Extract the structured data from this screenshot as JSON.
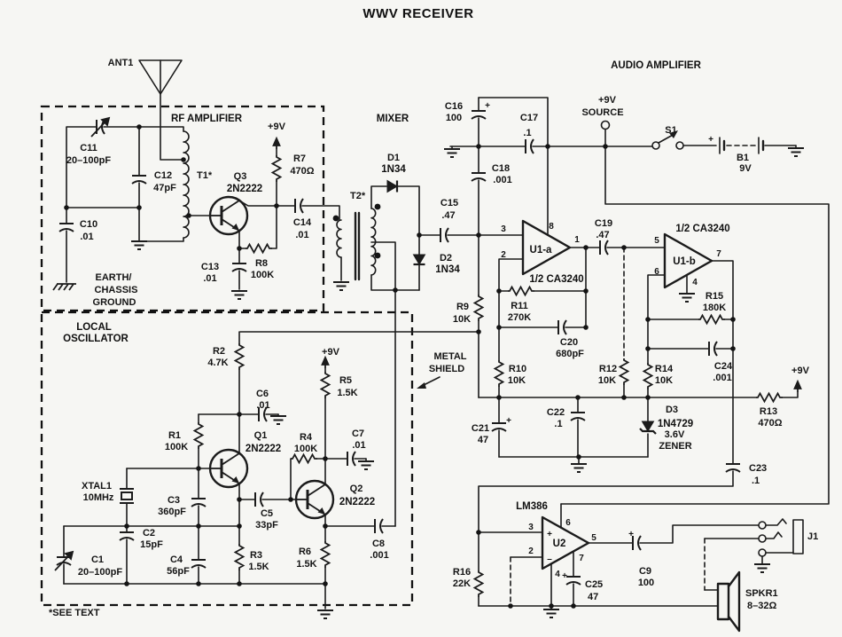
{
  "labels": {
    "title": "WWV RECEIVER",
    "rf_amplifier": "RF AMPLIFIER",
    "mixer": "MIXER",
    "audio_amplifier": "AUDIO AMPLIFIER",
    "local_1": "LOCAL",
    "local_2": "OSCILLATOR",
    "metal_1": "METAL",
    "metal_2": "SHIELD",
    "see_text": "*SEE TEXT",
    "earth_1": "EARTH/",
    "earth_2": "CHASSIS",
    "earth_3": "GROUND",
    "plus9v": "+9V",
    "source": "SOURCE",
    "plus": "+",
    "minus": "–"
  },
  "components": {
    "ant1": {
      "ref": "ANT1"
    },
    "c1": {
      "ref": "C1",
      "value": "20–100pF"
    },
    "c2": {
      "ref": "C2",
      "value": "15pF"
    },
    "c3": {
      "ref": "C3",
      "value": "360pF"
    },
    "c4": {
      "ref": "C4",
      "value": "56pF"
    },
    "c5": {
      "ref": "C5",
      "value": "33pF"
    },
    "c6": {
      "ref": "C6",
      "value": ".01"
    },
    "c7": {
      "ref": "C7",
      "value": ".01"
    },
    "c8": {
      "ref": "C8",
      "value": ".001"
    },
    "c9": {
      "ref": "C9",
      "value": "100"
    },
    "c10": {
      "ref": "C10",
      "value": ".01"
    },
    "c11": {
      "ref": "C11",
      "value": "20–100pF"
    },
    "c12": {
      "ref": "C12",
      "value": "47pF"
    },
    "c13": {
      "ref": "C13",
      "value": ".01"
    },
    "c14": {
      "ref": "C14",
      "value": ".01"
    },
    "c15": {
      "ref": "C15",
      "value": ".47"
    },
    "c16": {
      "ref": "C16",
      "value": "100"
    },
    "c17": {
      "ref": "C17",
      "value": ".1"
    },
    "c18": {
      "ref": "C18",
      "value": ".001"
    },
    "c19": {
      "ref": "C19",
      "value": ".47"
    },
    "c20": {
      "ref": "C20",
      "value": "680pF"
    },
    "c21": {
      "ref": "C21",
      "value": "47"
    },
    "c22": {
      "ref": "C22",
      "value": ".1"
    },
    "c23": {
      "ref": "C23",
      "value": ".1"
    },
    "c24": {
      "ref": "C24",
      "value": ".001"
    },
    "c25": {
      "ref": "C25",
      "value": "47"
    },
    "r1": {
      "ref": "R1",
      "value": "100K"
    },
    "r2": {
      "ref": "R2",
      "value": "4.7K"
    },
    "r3": {
      "ref": "R3",
      "value": "1.5K"
    },
    "r4": {
      "ref": "R4",
      "value": "100K"
    },
    "r5": {
      "ref": "R5",
      "value": "1.5K"
    },
    "r6": {
      "ref": "R6",
      "value": "1.5K"
    },
    "r7": {
      "ref": "R7",
      "value": "470Ω"
    },
    "r8": {
      "ref": "R8",
      "value": "100K"
    },
    "r9": {
      "ref": "R9",
      "value": "10K"
    },
    "r10": {
      "ref": "R10",
      "value": "10K"
    },
    "r11": {
      "ref": "R11",
      "value": "270K"
    },
    "r12": {
      "ref": "R12",
      "value": "10K"
    },
    "r13": {
      "ref": "R13",
      "value": "470Ω"
    },
    "r14": {
      "ref": "R14",
      "value": "10K"
    },
    "r15": {
      "ref": "R15",
      "value": "180K"
    },
    "r16": {
      "ref": "R16",
      "value": "22K"
    },
    "d1": {
      "ref": "D1",
      "value": "1N34"
    },
    "d2": {
      "ref": "D2",
      "value": "1N34"
    },
    "d3": {
      "ref": "D3",
      "value": "1N4729",
      "value2": "3.6V",
      "value3": "ZENER"
    },
    "q1": {
      "ref": "Q1",
      "value": "2N2222"
    },
    "q2": {
      "ref": "Q2",
      "value": "2N2222"
    },
    "q3": {
      "ref": "Q3",
      "value": "2N2222"
    },
    "t1": {
      "ref": "T1*"
    },
    "t2": {
      "ref": "T2*"
    },
    "xtal1": {
      "ref": "XTAL1",
      "value": "10MHz"
    },
    "b1": {
      "ref": "B1",
      "value": "9V"
    },
    "s1": {
      "ref": "S1"
    },
    "j1": {
      "ref": "J1"
    },
    "spkr1": {
      "ref": "SPKR1",
      "value": "8–32Ω"
    }
  },
  "ics": {
    "u1a": {
      "name": "U1-a",
      "part": "1/2 CA3240",
      "pins": {
        "in_plus": "3",
        "in_minus": "2",
        "vcc": "8",
        "out": "1"
      }
    },
    "u1b": {
      "name": "U1-b",
      "part": "1/2 CA3240",
      "pins": {
        "in_plus": "5",
        "in_minus": "6",
        "out": "7",
        "gnd": "4"
      }
    },
    "u2": {
      "name": "U2",
      "part": "LM386",
      "pins": {
        "in_plus": "3",
        "in_minus": "2",
        "vcc": "6",
        "out": "5",
        "bypass": "7",
        "gnd": "4"
      }
    }
  }
}
